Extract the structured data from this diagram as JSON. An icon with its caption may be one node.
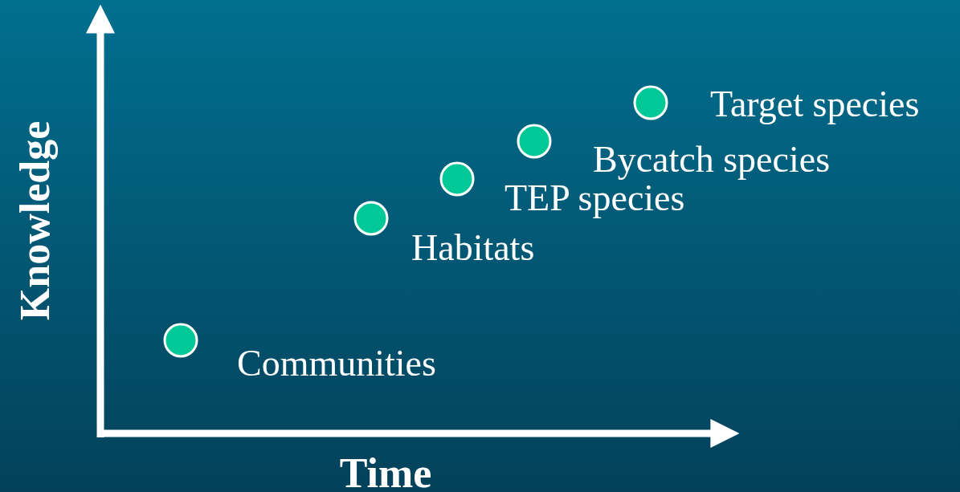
{
  "diagram": {
    "nodes": [
      {
        "text": [],
        "shape": "circle",
        "beside": [
          "Communities"
        ]
      },
      {
        "text": [],
        "shape": "circle",
        "beside": [
          "Habitats"
        ]
      },
      {
        "text": [],
        "shape": "circle",
        "beside": [
          "TEP species"
        ]
      },
      {
        "text": [],
        "shape": "circle",
        "beside": [
          "Bycatch species"
        ]
      },
      {
        "text": [],
        "shape": "circle",
        "beside": [
          "Target species"
        ]
      }
    ],
    "edges": [],
    "labels": [
      "Knowledge",
      "Time"
    ]
  }
}
